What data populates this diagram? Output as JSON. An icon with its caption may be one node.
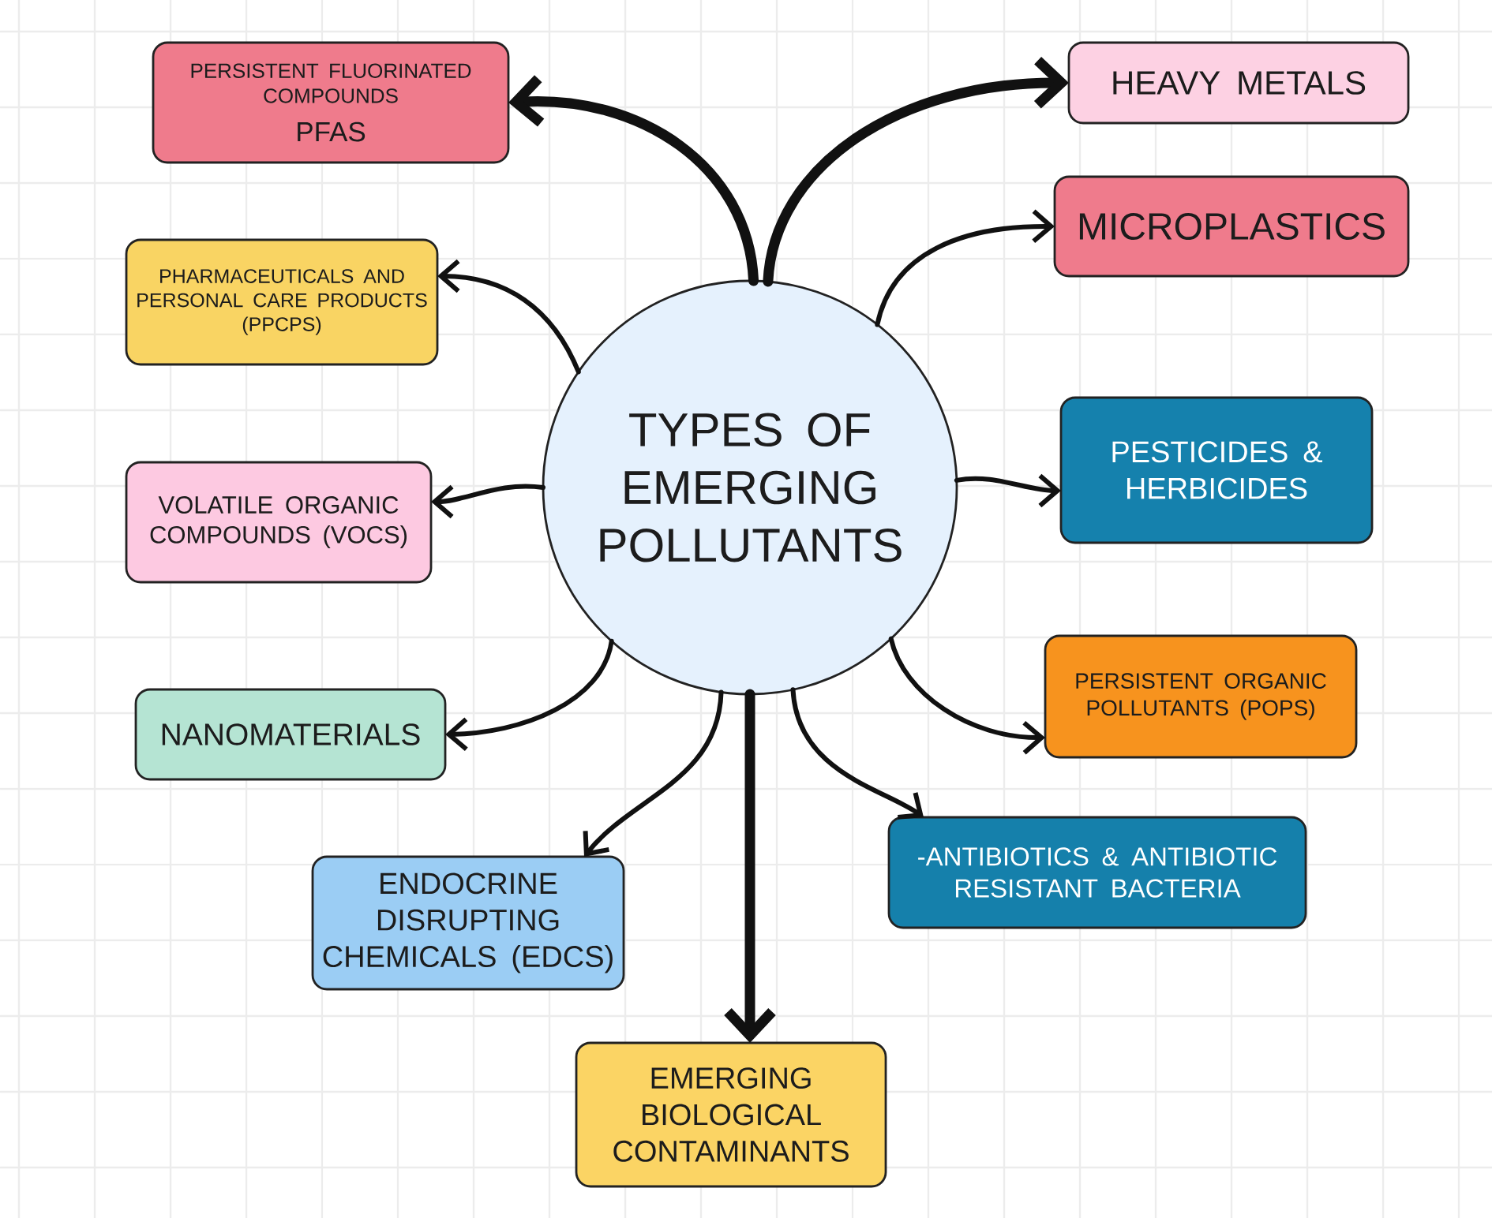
{
  "diagram": {
    "nodes": [
      {
        "text": [
          "TYPES OF EMERGING POLLUTANTS"
        ]
      },
      {
        "text": [
          "PERSISTENT FLUORINATED COMPOUNDS",
          "PFAS"
        ]
      },
      {
        "text": [
          "HEAVY METALS"
        ]
      },
      {
        "text": [
          "MICROPLASTICS"
        ]
      },
      {
        "text": [
          "PHARMACEUTICALS AND PERSONAL CARE PRODUCTS (PPCPS)"
        ]
      },
      {
        "text": [
          "PESTICIDES & HERBICIDES"
        ]
      },
      {
        "text": [
          "VOLATILE ORGANIC COMPOUNDS (VOCS)"
        ]
      },
      {
        "text": [
          "PERSISTENT ORGANIC POLLUTANTS (POPS)"
        ]
      },
      {
        "text": [
          "NANOMATERIALS"
        ]
      },
      {
        "text": [
          "-ANTIBIOTICS & ANTIBIOTIC RESISTANT BACTERIA"
        ]
      },
      {
        "text": [
          "ENDOCRINE DISRUPTING CHEMICALS (EDCS)"
        ]
      },
      {
        "text": [
          "EMERGING BIOLOGICAL CONTAMINANTS"
        ]
      }
    ],
    "edges": [
      {
        "from": 0,
        "to": 1,
        "arrow": "to",
        "style": "thick"
      },
      {
        "from": 0,
        "to": 2,
        "arrow": "to",
        "style": "thick"
      },
      {
        "from": 0,
        "to": 3,
        "arrow": "to"
      },
      {
        "from": 0,
        "to": 4,
        "arrow": "to"
      },
      {
        "from": 0,
        "to": 5,
        "arrow": "to"
      },
      {
        "from": 0,
        "to": 6,
        "arrow": "to"
      },
      {
        "from": 0,
        "to": 7,
        "arrow": "to"
      },
      {
        "from": 0,
        "to": 8,
        "arrow": "to"
      },
      {
        "from": 0,
        "to": 9,
        "arrow": "to"
      },
      {
        "from": 0,
        "to": 10,
        "arrow": "to"
      },
      {
        "from": 0,
        "to": 11,
        "arrow": "to",
        "style": "thick"
      }
    ]
  }
}
